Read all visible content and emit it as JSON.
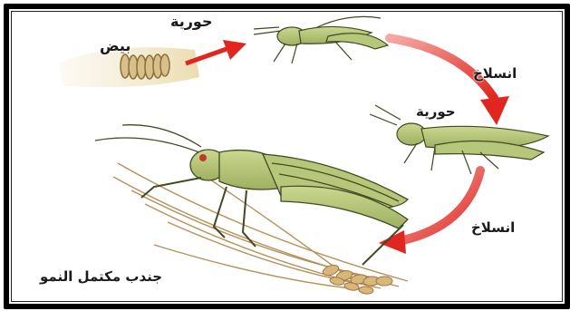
{
  "diagram": {
    "stages": {
      "eggs": "بيض",
      "nymph_first": "حورية",
      "nymph_second": "حورية",
      "adult": "جندب مكتمل النمو"
    },
    "transitions": {
      "molt_first": "انسلاخ",
      "molt_second": "انسلاخ"
    },
    "colors": {
      "arrow": "#e0261f",
      "insect_body": "#b7c77a",
      "insect_outline": "#3f4a22",
      "eggs": "#c9b07a",
      "wheat": "#d9b77b",
      "frame": "#000000"
    },
    "icons": [
      "egg-cluster-icon",
      "nymph-grasshopper-icon",
      "adult-grasshopper-icon",
      "wheat-stalk-icon",
      "cycle-arrow-icon"
    ]
  }
}
